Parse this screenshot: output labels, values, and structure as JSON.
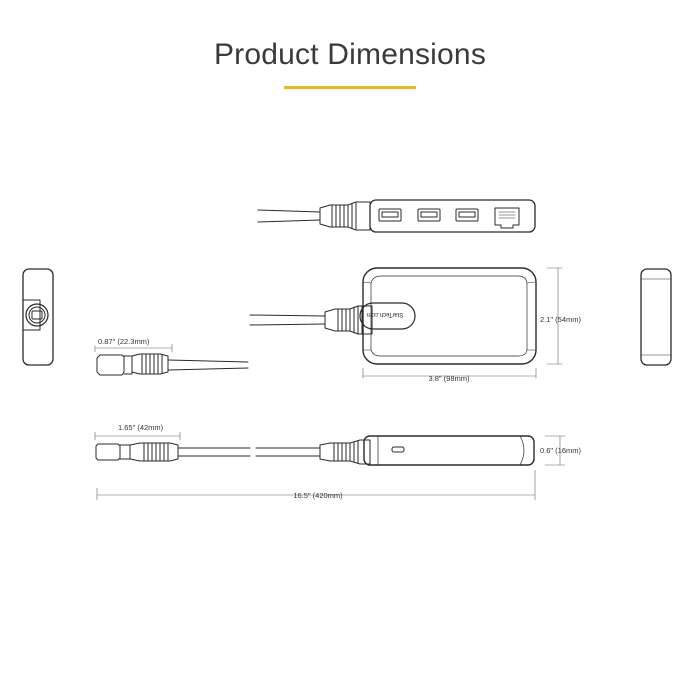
{
  "header": {
    "title": "Product Dimensions",
    "accent_color": "#f5b31a"
  },
  "dimensions": {
    "connector_diameter": "0.87\" (22.3mm)",
    "height": "2.1\" (54mm)",
    "width": "3.8\" (98mm)",
    "connector_length": "1.65\" (42mm)",
    "thickness": "0.6\" (16mm)",
    "total_length": "16.5\" (420mm)"
  },
  "device": {
    "logo_text": "StarTech.com"
  },
  "colors": {
    "line": "#2a2a2a",
    "dim_line": "#666666"
  }
}
